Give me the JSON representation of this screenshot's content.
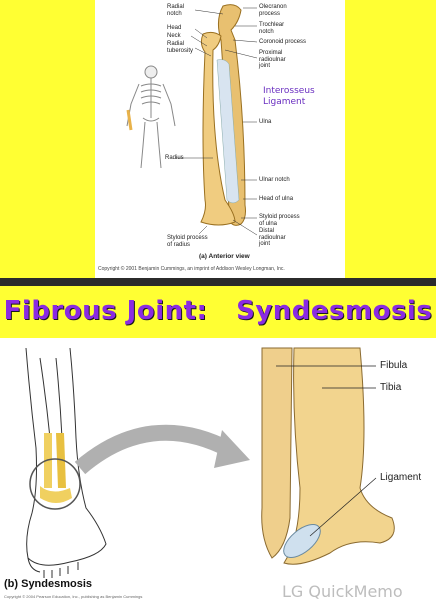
{
  "top_figure": {
    "labels": {
      "radial_notch": "Radial\nnotch",
      "head": "Head",
      "neck": "Neck",
      "radial_tuberosity": "Radial\ntuberosity",
      "olecranon": "Olecranon\nprocess",
      "trochlear": "Trochlear\nnotch",
      "coronoid": "Coronoid process",
      "proximal_joint": "Proximal\nradioulnar\njoint",
      "ulna": "Ulna",
      "radius": "Radius",
      "ulnar_notch": "Ulnar notch",
      "head_of_ulna": "Head of ulna",
      "styloid_ulna": "Styloid process\nof ulna",
      "distal_joint": "Distal\nradioulnar\njoint",
      "styloid_radius": "Styloid process\nof radius"
    },
    "annotation": "Interosseus\nLigament",
    "caption": "(a) Anterior view",
    "copyright": "Copyright © 2001 Benjamin Cummings, an imprint of Addison Wesley Longman, Inc."
  },
  "title": "Fibrous Joint:   Syndesmosis",
  "bottom_figure": {
    "labels": {
      "fibula": "Fibula",
      "tibia": "Tibia",
      "ligament": "Ligament"
    },
    "caption": "(b) Syndesmosis",
    "credit": "Copyright © 2004 Pearson Education, Inc., publishing as Benjamin Cummings"
  },
  "watermark": "LG QuickMemo",
  "colors": {
    "band_yellow": "#ffff33",
    "title_purple": "#8a2be2",
    "bone": "#e8c070",
    "ligament_blue": "#cfe0ee",
    "divider": "#2b2b2b"
  }
}
